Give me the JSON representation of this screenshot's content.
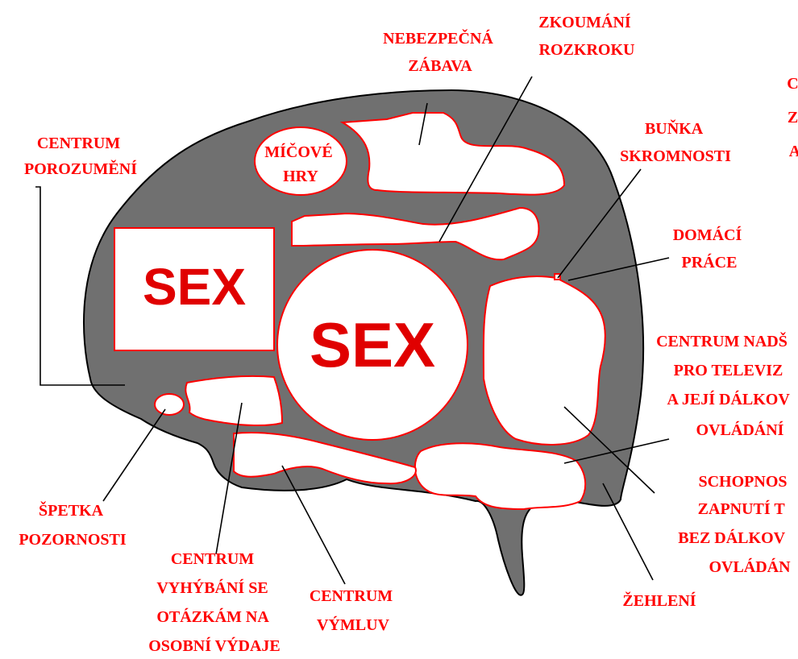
{
  "diagram": {
    "colors": {
      "brain": "#707070",
      "outline": "#000000",
      "region_border": "#ff0000",
      "label": "#ff0000",
      "big_text": "#e00000"
    },
    "big_labels": {
      "left_box": "SEX",
      "circle": "SEX"
    },
    "labels": {
      "centrum_porozumeni": [
        "CENTRUM",
        "POROZUMĚNÍ"
      ],
      "micove_hry": [
        "MÍČOVÉ",
        "HRY"
      ],
      "nebezpecna_zabava": [
        "NEBEZPEČNÁ",
        "ZÁBAVA"
      ],
      "zkoumani_rozkroku": [
        "ZKOUMÁNÍ",
        "ROZKROKU"
      ],
      "bunka_skromnosti": [
        "BUŇKA",
        "SKROMNOSTI"
      ],
      "domaci_prace": [
        "DOMÁCÍ",
        "PRÁCE"
      ],
      "centrum_nadseni": [
        "CENTRUM NADŠ",
        "PRO TELEVIZ",
        "A JEJÍ DÁLKOV",
        "OVLÁDÁNÍ"
      ],
      "schopnost": [
        "SCHOPNOS",
        "ZAPNUTÍ T",
        "BEZ DÁLKOV",
        "OVLÁDÁN"
      ],
      "zehleni": [
        "ŽEHLENÍ"
      ],
      "centrum_vymluv": [
        "CENTRUM",
        "VÝMLUV"
      ],
      "centrum_vyhybani": [
        "CENTRUM",
        "VYHÝBÁNÍ SE",
        "OTÁZKÁM NA",
        "OSOBNÍ VÝDAJE"
      ],
      "spetka_pozornosti": [
        "ŠPETKA",
        "POZORNOSTI"
      ],
      "edge_fragment": [
        "C",
        "Z",
        "A"
      ]
    }
  }
}
